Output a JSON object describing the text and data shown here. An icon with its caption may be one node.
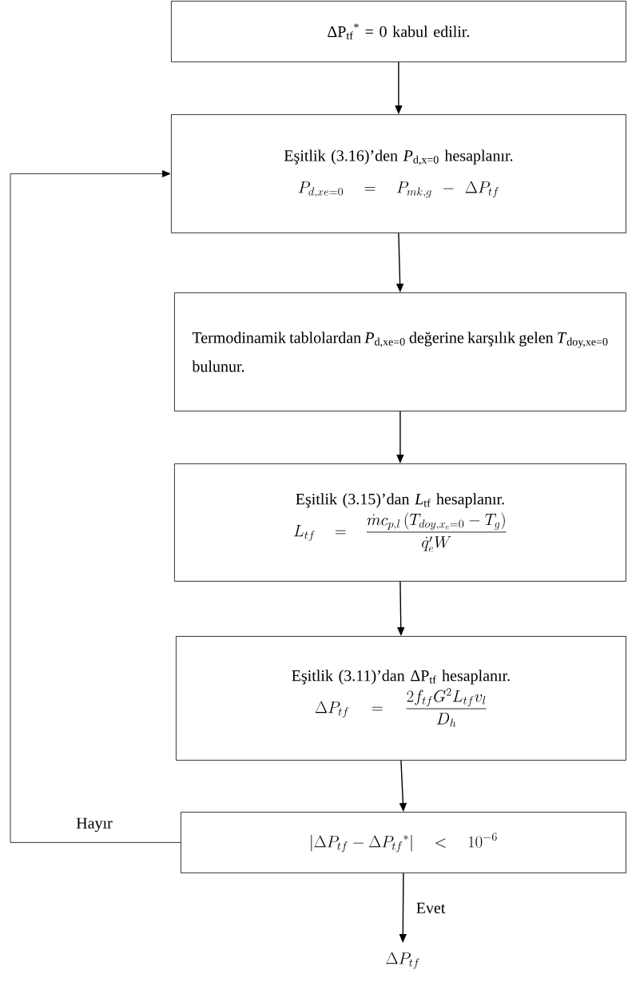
{
  "diagram": {
    "nodes": [
      {
        "text": [
          "ΔP$_{tf}$$^{*}$ = 0 kabul edilir."
        ]
      },
      {
        "text": [
          "Eşitlik (3.16)’den *P*$_{d,x=0}$ hesaplanır.",
          "P_{d,xe=0} = P_{mk,g} - \\Delta P_{tf}"
        ]
      },
      {
        "text": [
          "Termodinamik tablolardan *P*$_{d,xe=0}$ değerine karşılık gelen *T*$_{doy,xe=0}$ bulunur."
        ]
      },
      {
        "text": [
          "Eşitlik (3.15)’dan *L*$_{tf}$ hesaplanır.",
          "L_{tf} = \\frac{\\dot{m} c_{p,l}\\left(T_{doy,x_e=0} - T_g\\right)}{\\dot{q}'_e W}"
        ]
      },
      {
        "text": [
          "Eşitlik (3.11)’dan ΔP$_{tf}$ hesaplanır.",
          "\\Delta P_{tf} = \\frac{2 f_{tf} G^2 L_{tf} v_l}{D_h}"
        ]
      },
      {
        "text": [
          "\\left|\\Delta P_{tf} - \\Delta {P_{tf}}^{*}\\right| < 10^{-6}"
        ]
      },
      {
        "text": [
          "\\Delta P_{tf}"
        ]
      }
    ],
    "edges": [
      {
        "from": 0,
        "to": 1,
        "arrow": "to"
      },
      {
        "from": 1,
        "to": 2,
        "arrow": "to"
      },
      {
        "from": 2,
        "to": 3,
        "arrow": "to"
      },
      {
        "from": 3,
        "to": 4,
        "arrow": "to"
      },
      {
        "from": 4,
        "to": 5,
        "arrow": "to"
      },
      {
        "from": 5,
        "to": 1,
        "arrow": "to",
        "label": "Hayır"
      },
      {
        "from": 5,
        "to": 6,
        "arrow": "to",
        "label": "Evet"
      }
    ]
  }
}
